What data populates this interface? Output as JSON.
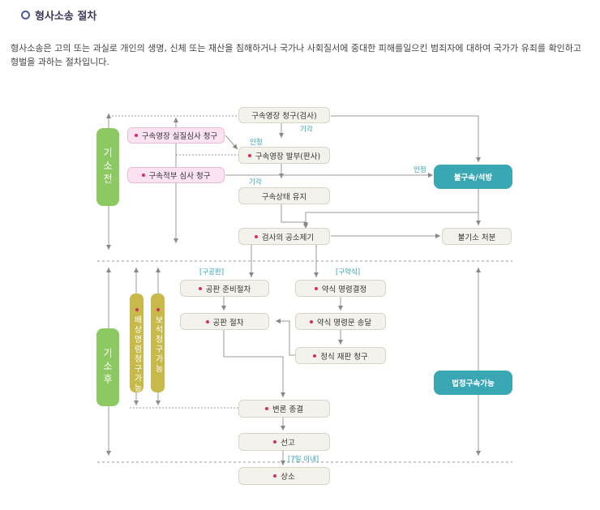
{
  "title": "형사소송 절차",
  "intro": "형사소송은 고의 또는 과실로 개인의 생명, 신체 또는 재산을 침해하거나 국가나 사회질서에 중대한 피해를일으킨 범죄자에 대하여 국가가 유죄를 확인하고 형벌을 과하는 절차입니다.",
  "nodes": {
    "arrest_request": "구속영장 청구(검사)",
    "review_request": "구속영장 실질심사 청구",
    "warrant_issue": "구속영장 발부(판사)",
    "detention_review": "구속적부 심사 청구",
    "detention_keep": "구속상태 유지",
    "indictment": "검사의 공소제기",
    "release": "불구속/석방",
    "non_indictment": "불기소 처분",
    "public_prep": "공판 준비절차",
    "public_trial": "공판 절차",
    "summary_order": "약식 명령결정",
    "summary_delivery": "약식 명령문 송달",
    "formal_request": "정식 재판 청구",
    "closing": "변론 종결",
    "sentence": "선고",
    "appeal": "상소",
    "legal_detention": "법정구속가능",
    "pre_indictment": "기소전",
    "post_indictment": "기소후",
    "compensation": "배상명령청구가능",
    "bail": "보석청구가능"
  },
  "labels": {
    "rejected": "기각",
    "approved": "인정",
    "approved2": "인정",
    "rejected2": "기각",
    "public_trial_tag": "[구공판]",
    "summary_tag": "[구약식]",
    "within_7_days": "[7일 이내]"
  }
}
